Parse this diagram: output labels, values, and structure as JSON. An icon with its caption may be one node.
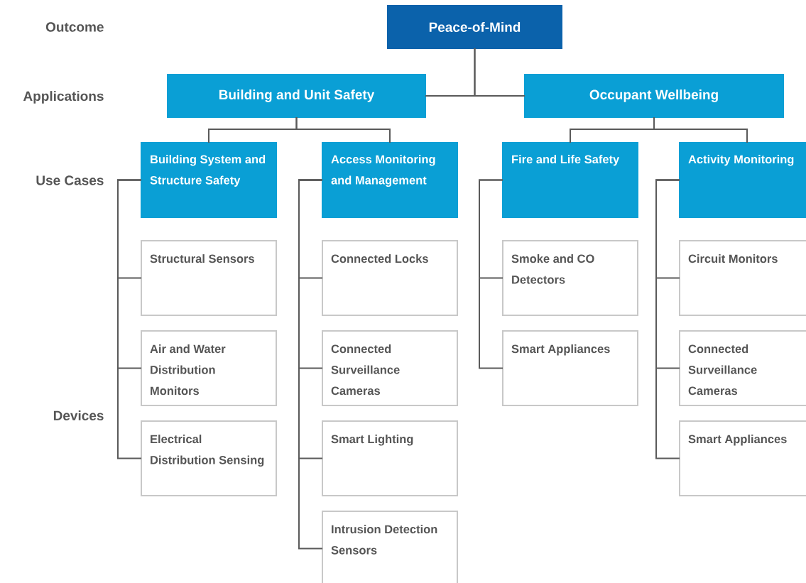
{
  "diagram": {
    "nodes": [
      {
        "text": [
          "Peace-of-Mind"
        ]
      },
      {
        "text": [
          "Building and Unit Safety"
        ]
      },
      {
        "text": [
          "Occupant Wellbeing"
        ]
      },
      {
        "text": [
          "Building System and Structure Safety"
        ]
      },
      {
        "text": [
          "Access Monitoring and Management"
        ]
      },
      {
        "text": [
          "Fire and Life Safety"
        ]
      },
      {
        "text": [
          "Activity Monitoring"
        ]
      },
      {
        "text": [
          "Structural Sensors"
        ]
      },
      {
        "text": [
          "Air and Water Distribution Monitors"
        ]
      },
      {
        "text": [
          "Electrical Distribution Sensing"
        ]
      },
      {
        "text": [
          "Connected Locks"
        ]
      },
      {
        "text": [
          "Connected Surveillance Cameras"
        ]
      },
      {
        "text": [
          "Smart Lighting"
        ]
      },
      {
        "text": [
          "Intrusion Detection Sensors"
        ]
      },
      {
        "text": [
          "Smoke and CO Detectors"
        ]
      },
      {
        "text": [
          "Smart Appliances"
        ]
      },
      {
        "text": [
          "Circuit Monitors"
        ]
      },
      {
        "text": [
          "Connected Surveillance Cameras"
        ]
      },
      {
        "text": [
          "Smart Appliances"
        ]
      }
    ],
    "edges": [
      {
        "from": 0,
        "to": 1,
        "arrow": "none"
      },
      {
        "from": 0,
        "to": 2,
        "arrow": "none"
      },
      {
        "from": 1,
        "to": 3,
        "arrow": "none"
      },
      {
        "from": 1,
        "to": 4,
        "arrow": "none"
      },
      {
        "from": 2,
        "to": 5,
        "arrow": "none"
      },
      {
        "from": 2,
        "to": 6,
        "arrow": "none"
      },
      {
        "from": 3,
        "to": 7,
        "arrow": "none"
      },
      {
        "from": 3,
        "to": 8,
        "arrow": "none"
      },
      {
        "from": 3,
        "to": 9,
        "arrow": "none"
      },
      {
        "from": 4,
        "to": 10,
        "arrow": "none"
      },
      {
        "from": 4,
        "to": 11,
        "arrow": "none"
      },
      {
        "from": 4,
        "to": 12,
        "arrow": "none"
      },
      {
        "from": 4,
        "to": 13,
        "arrow": "none"
      },
      {
        "from": 5,
        "to": 14,
        "arrow": "none"
      },
      {
        "from": 5,
        "to": 15,
        "arrow": "none"
      },
      {
        "from": 6,
        "to": 16,
        "arrow": "none"
      },
      {
        "from": 6,
        "to": 17,
        "arrow": "none"
      },
      {
        "from": 6,
        "to": 18,
        "arrow": "none"
      }
    ],
    "labels": [
      "Outcome",
      "Applications",
      "Use Cases",
      "Devices"
    ]
  }
}
